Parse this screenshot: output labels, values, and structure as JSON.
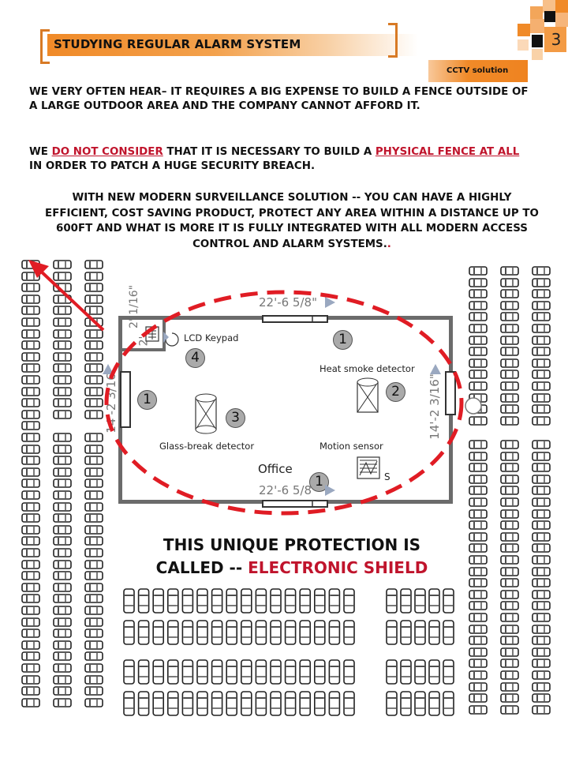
{
  "header": {
    "title": "STUDYING REGULAR ALARM SYSTEM",
    "page_number": "3",
    "subtitle": "CCTV solution"
  },
  "body": {
    "para1": "WE VERY OFTEN HEAR– IT REQUIRES A BIG EXPENSE TO BUILD A FENCE OUTSIDE OF A LARGE OUTDOOR AREA AND THE COMPANY CANNOT AFFORD IT.",
    "para2_a": "WE ",
    "para2_b": "DO NOT CONSIDER",
    "para2_c": " THAT IT IS NECESSARY TO BUILD A ",
    "para2_d": "PHYSICAL FENCE AT ALL",
    "para2_e": " IN ORDER TO PATCH A HUGE SECURITY BREACH.",
    "para3": "WITH NEW MODERN SURVEILLANCE SOLUTION -- YOU CAN HAVE A HIGHLY EFFICIENT, COST SAVING PRODUCT, PROTECT ANY AREA WITHIN A DISTANCE UP TO 600FT AND WHAT IS MORE IT IS FULLY INTEGRATED WITH ALL MODERN ACCESS CONTROL AND ALARM SYSTEMS.",
    "para3_dots": "."
  },
  "floorplan": {
    "dim_top": "22'-6 5/8\"",
    "dim_bottom": "22'-6 5/8\"",
    "dim_left": "14'-2 3/16\"",
    "dim_right": "14'-2 3/16\"",
    "dim_closet_a": "2'",
    "dim_closet_b": "2' 1/16\"",
    "room_name": "Office",
    "labels": {
      "lcd_keypad": "LCD Keypad",
      "heat_smoke": "Heat smoke detector",
      "glass_break": "Glass-break detector",
      "motion": "Motion sensor",
      "s": "S"
    },
    "markers": [
      "1",
      "4",
      "1",
      "2",
      "3",
      "1"
    ]
  },
  "headline": {
    "line1": "THIS UNIQUE PROTECTION IS",
    "line2_a": "CALLED -- ",
    "line2_b": "ELECTRONIC SHIELD"
  },
  "colors": {
    "accent_orange": "#f08a28",
    "accent_red": "#c0142c",
    "dashed_ellipse": "#e01c24"
  }
}
